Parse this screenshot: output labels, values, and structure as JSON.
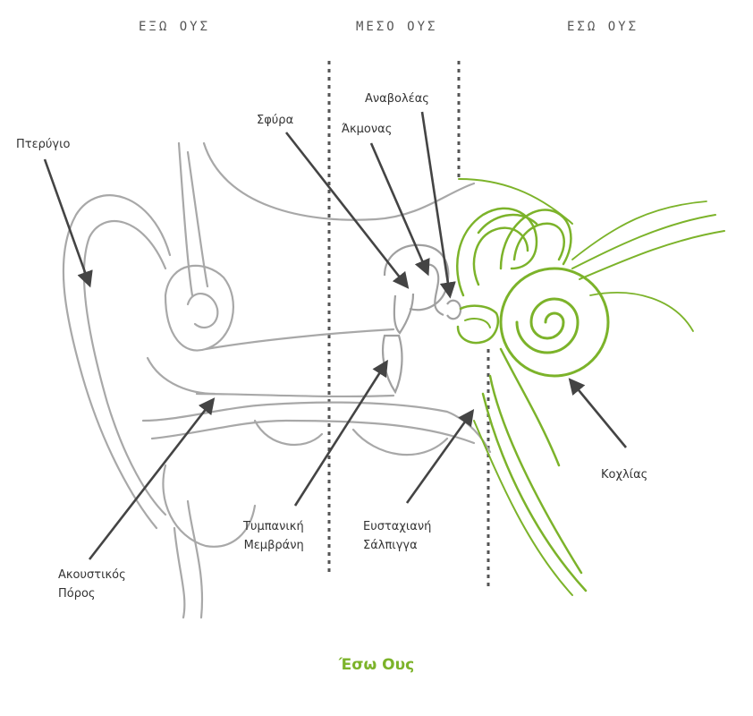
{
  "sections": {
    "outer": "ΕΞΩ ΟΥΣ",
    "middle": "ΜΕΣΟ ΟΥΣ",
    "inner": "ΕΣΩ ΟΥΣ"
  },
  "labels": {
    "pinna": "Πτερύγιο",
    "malleus": "Σφύρα",
    "incus": "Άκμονας",
    "stapes": "Αναβολέας",
    "ear_canal_line1": "Ακουστικός",
    "ear_canal_line2": "Πόρος",
    "eardrum_line1": "Τυμπανική",
    "eardrum_line2": "Μεμβράνη",
    "eustachian_line1": "Ευσταχιανή",
    "eustachian_line2": "Σάλπιγγα",
    "cochlea": "Κοχλίας"
  },
  "caption": "Έσω Ους",
  "colors": {
    "outline_gray": "#a0a0a0",
    "arrow": "#444444",
    "inner_green": "#7cb32a",
    "divider": "#555555"
  }
}
